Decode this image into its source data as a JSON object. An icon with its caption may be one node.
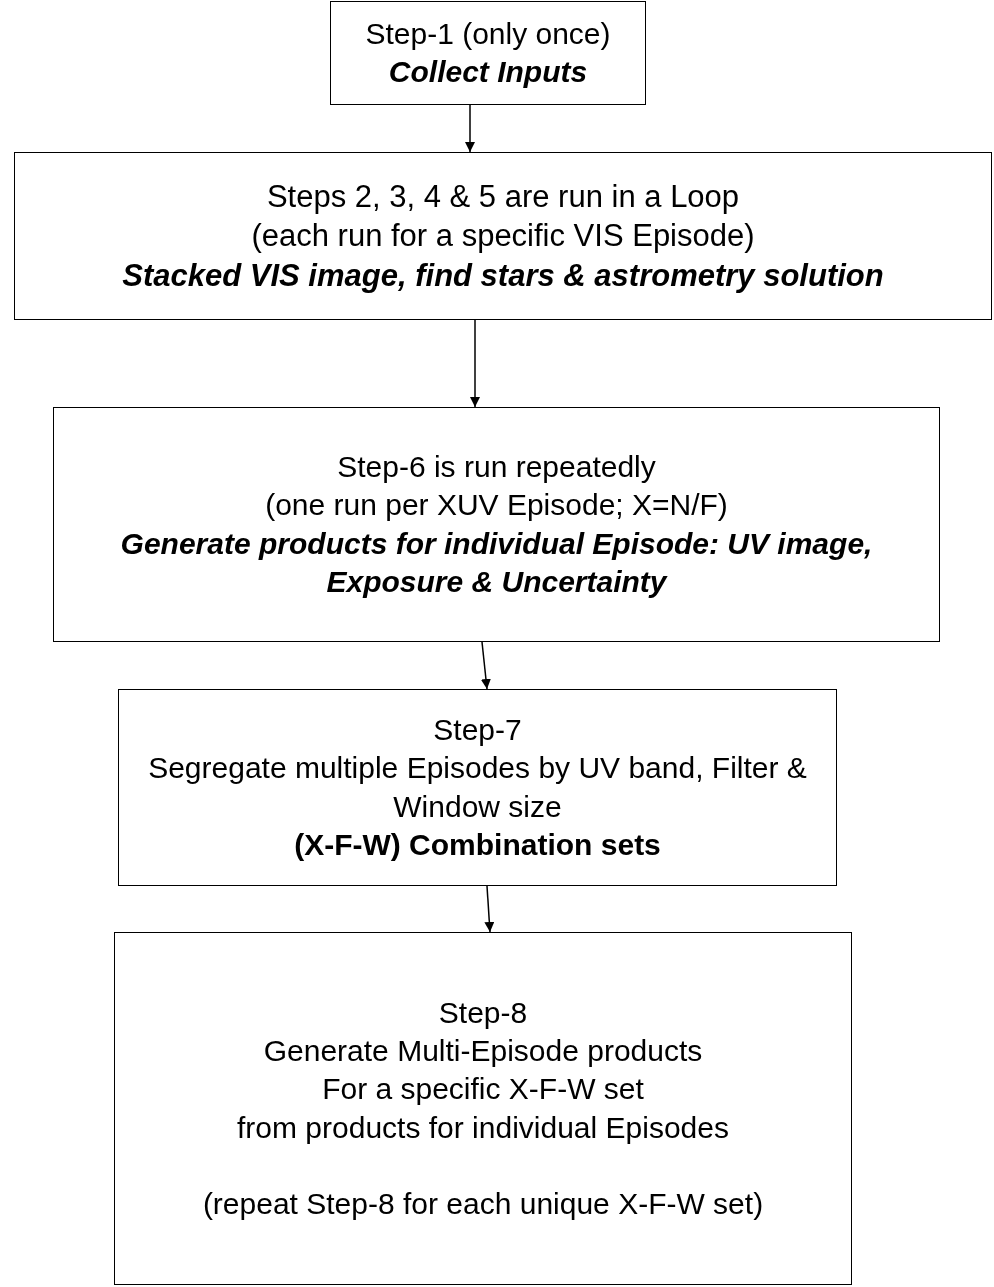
{
  "diagram": {
    "nodes": [
      {
        "text": [
          "Step-1 (only once)",
          "Collect Inputs"
        ]
      },
      {
        "text": [
          "Steps 2, 3, 4 & 5  are run in a Loop",
          "(each run for a specific VIS Episode)",
          "Stacked VIS image, find stars & astrometry solution"
        ]
      },
      {
        "text": [
          "Step-6 is run repeatedly",
          "(one run per XUV Episode; X=N/F)",
          "Generate products for individual Episode: UV image, Exposure & Uncertainty"
        ]
      },
      {
        "text": [
          "Step-7",
          "Segregate multiple Episodes by UV band, Filter & Window size",
          "(X-F-W) Combination sets"
        ]
      },
      {
        "text": [
          "Step-8",
          "Generate Multi-Episode products",
          "For a specific X-F-W set",
          "from products for individual Episodes",
          "(repeat Step-8 for each unique X-F-W set)"
        ]
      }
    ],
    "edges": [
      {
        "from": 0,
        "to": 1,
        "arrow": "to"
      },
      {
        "from": 1,
        "to": 2,
        "arrow": "to"
      },
      {
        "from": 2,
        "to": 3,
        "arrow": "to"
      },
      {
        "from": 3,
        "to": 4,
        "arrow": "to"
      }
    ]
  }
}
